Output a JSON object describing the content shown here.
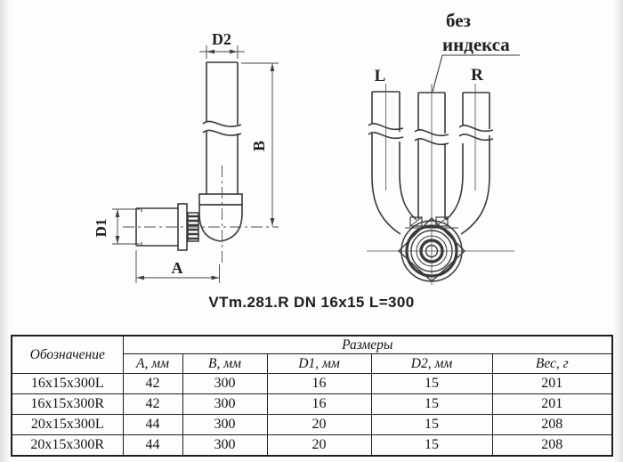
{
  "colors": {
    "line": "#3a3a3a",
    "thin_line": "#4a4a4a",
    "text": "#1f1f1f",
    "background": "#fdfdfd"
  },
  "drawing": {
    "caption": "VTm.281.R DN 16x15 L=300",
    "left_view": {
      "dim_a": "A",
      "dim_b": "B",
      "dim_d1": "D1",
      "dim_d2": "D2"
    },
    "right_view": {
      "label_left": "L",
      "label_right": "R",
      "callout_line1": "без",
      "callout_line2": "индекса"
    }
  },
  "table": {
    "header": {
      "designation": "Обозначение",
      "dimensions": "Размеры"
    },
    "subheaders": [
      "A, мм",
      "B, мм",
      "D1, мм",
      "D2, мм",
      "Вес, г"
    ],
    "rows": [
      [
        "16x15x300L",
        "42",
        "300",
        "16",
        "15",
        "201"
      ],
      [
        "16x15x300R",
        "42",
        "300",
        "16",
        "15",
        "201"
      ],
      [
        "20x15x300L",
        "44",
        "300",
        "20",
        "15",
        "208"
      ],
      [
        "20x15x300R",
        "44",
        "300",
        "20",
        "15",
        "208"
      ]
    ]
  }
}
